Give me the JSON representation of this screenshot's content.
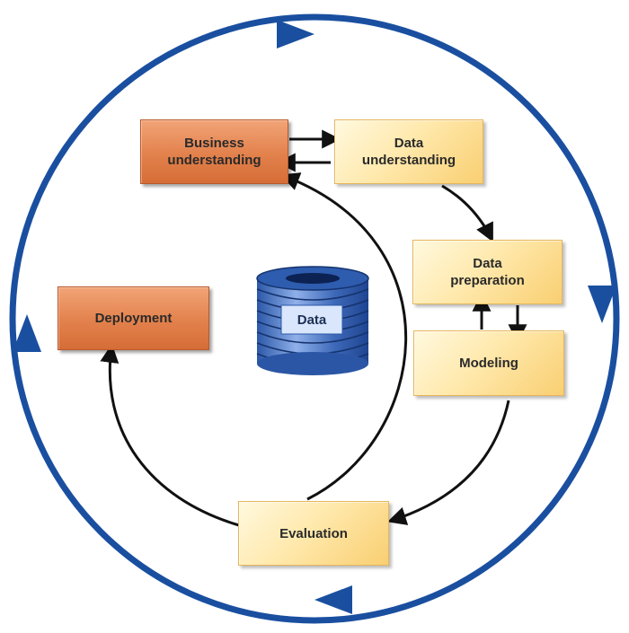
{
  "nodes": {
    "business_understanding": "Business\nunderstanding",
    "data_understanding": "Data\nunderstanding",
    "data_preparation": "Data\npreparation",
    "modeling": "Modeling",
    "evaluation": "Evaluation",
    "deployment": "Deployment"
  },
  "center": {
    "label": "Data"
  },
  "colors": {
    "cycle_blue": "#1a4fa0",
    "arrow_black": "#111111",
    "box_orange": "#e2814c",
    "box_yellow": "#ffe9ad",
    "database_blue": "#4a78c8"
  }
}
